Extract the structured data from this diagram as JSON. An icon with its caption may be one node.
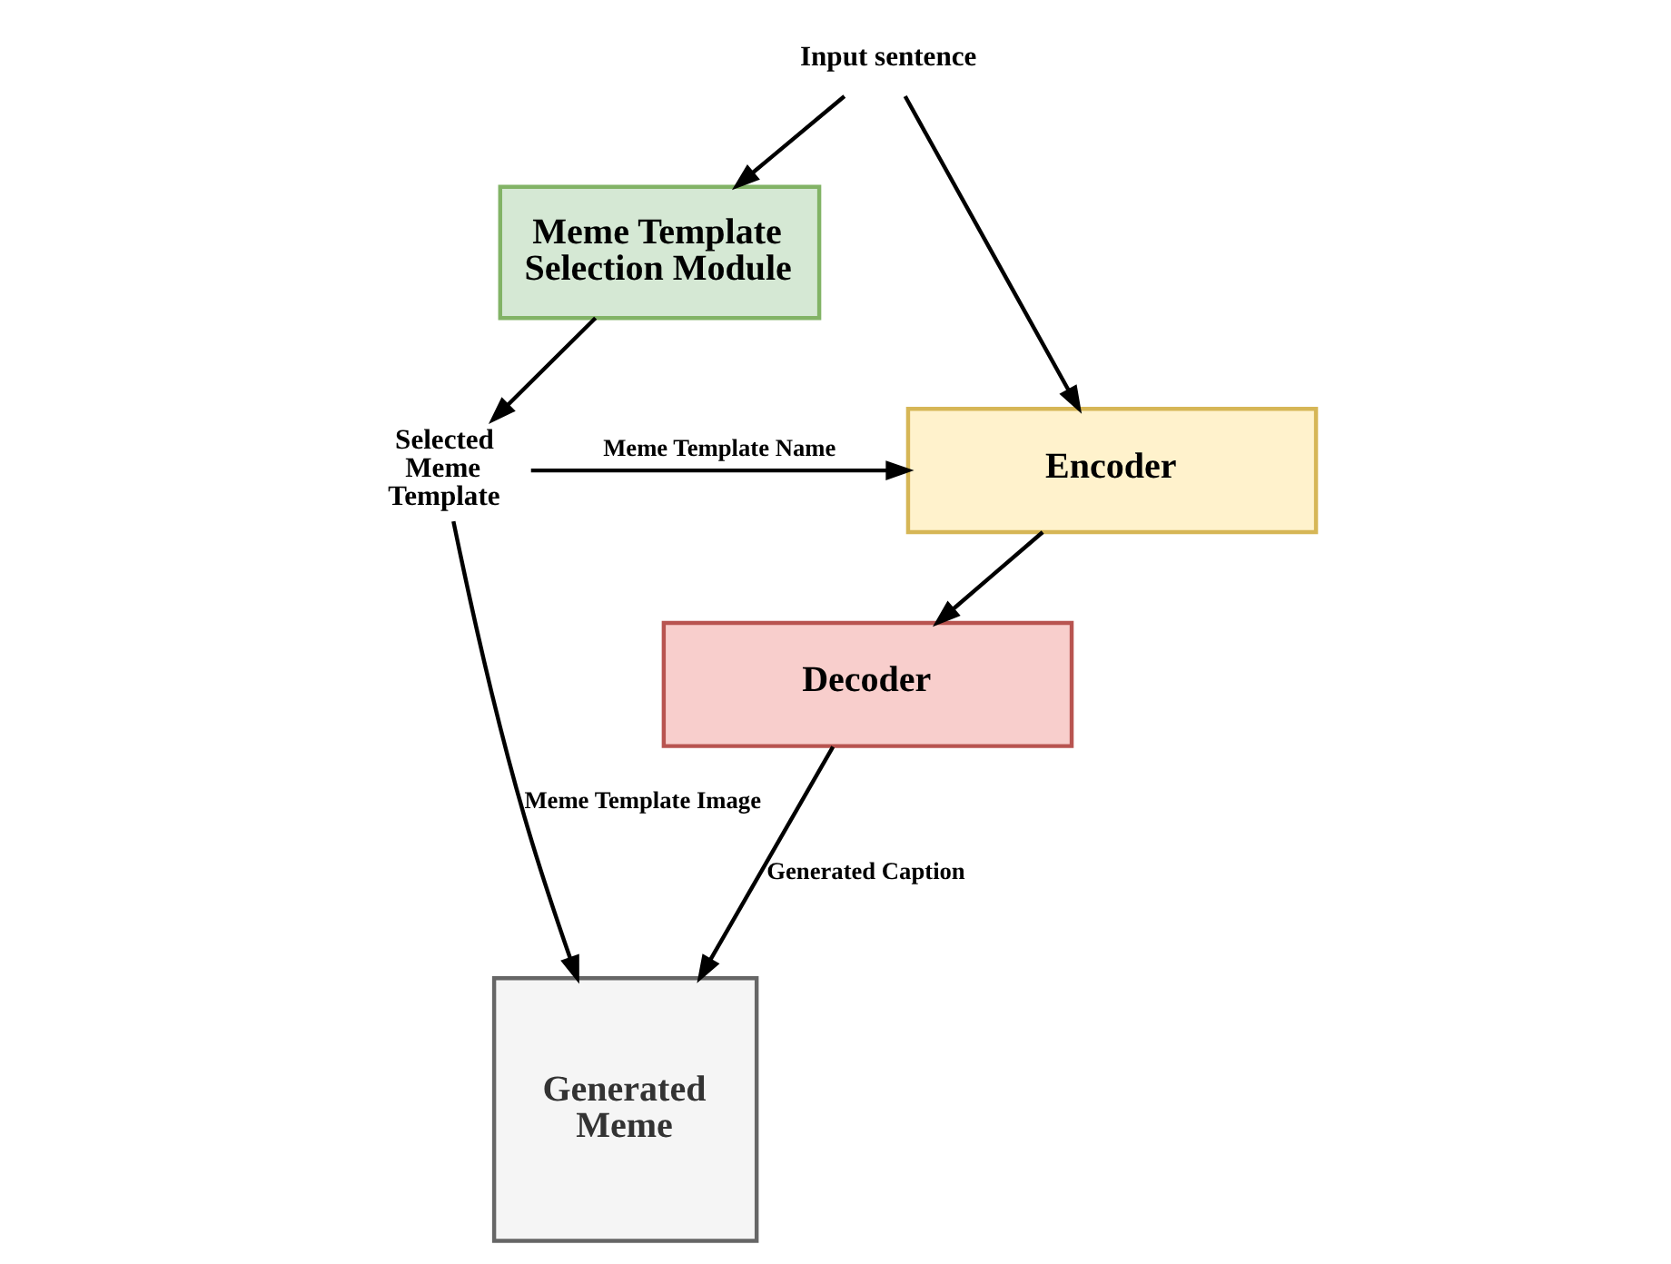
{
  "diagram": {
    "nodes": [
      {
        "text": [
          "Input sentence"
        ]
      },
      {
        "text": [
          "Meme Template Selection Module"
        ]
      },
      {
        "text": [
          "Selected Meme Template"
        ]
      },
      {
        "text": [
          "Encoder"
        ]
      },
      {
        "text": [
          "Decoder"
        ]
      },
      {
        "text": [
          "Generated Meme"
        ]
      }
    ],
    "edges": [
      {
        "from": 0,
        "to": 1,
        "arrow": "to"
      },
      {
        "from": 0,
        "to": 3,
        "arrow": "to"
      },
      {
        "from": 1,
        "to": 2,
        "arrow": "to"
      },
      {
        "from": 2,
        "to": 3,
        "arrow": "to",
        "label": "Meme Template Name"
      },
      {
        "from": 2,
        "to": 5,
        "arrow": "to",
        "label": "Meme Template Image"
      },
      {
        "from": 3,
        "to": 4,
        "arrow": "to"
      },
      {
        "from": 4,
        "to": 5,
        "arrow": "to",
        "label": "Generated Caption"
      }
    ]
  }
}
